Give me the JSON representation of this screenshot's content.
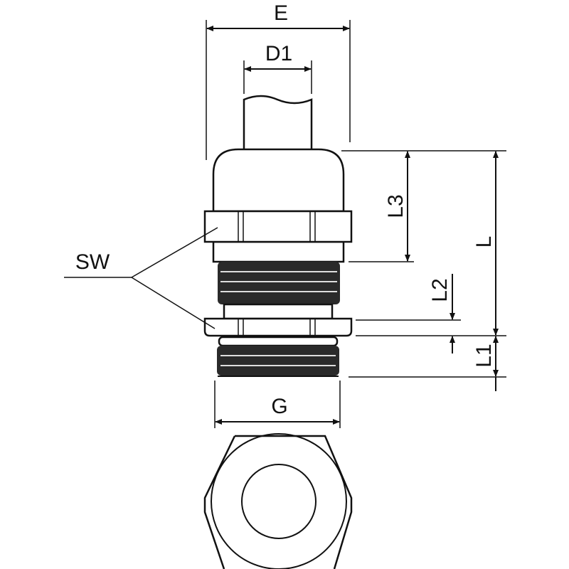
{
  "drawing": {
    "labels": {
      "E": "E",
      "D1": "D1",
      "SW": "SW",
      "L3": "L3",
      "L": "L",
      "L2": "L2",
      "L1": "L1",
      "G": "G"
    },
    "colors": {
      "line": "#111111",
      "thread": "#2a2a2a",
      "background": "#ffffff"
    }
  }
}
